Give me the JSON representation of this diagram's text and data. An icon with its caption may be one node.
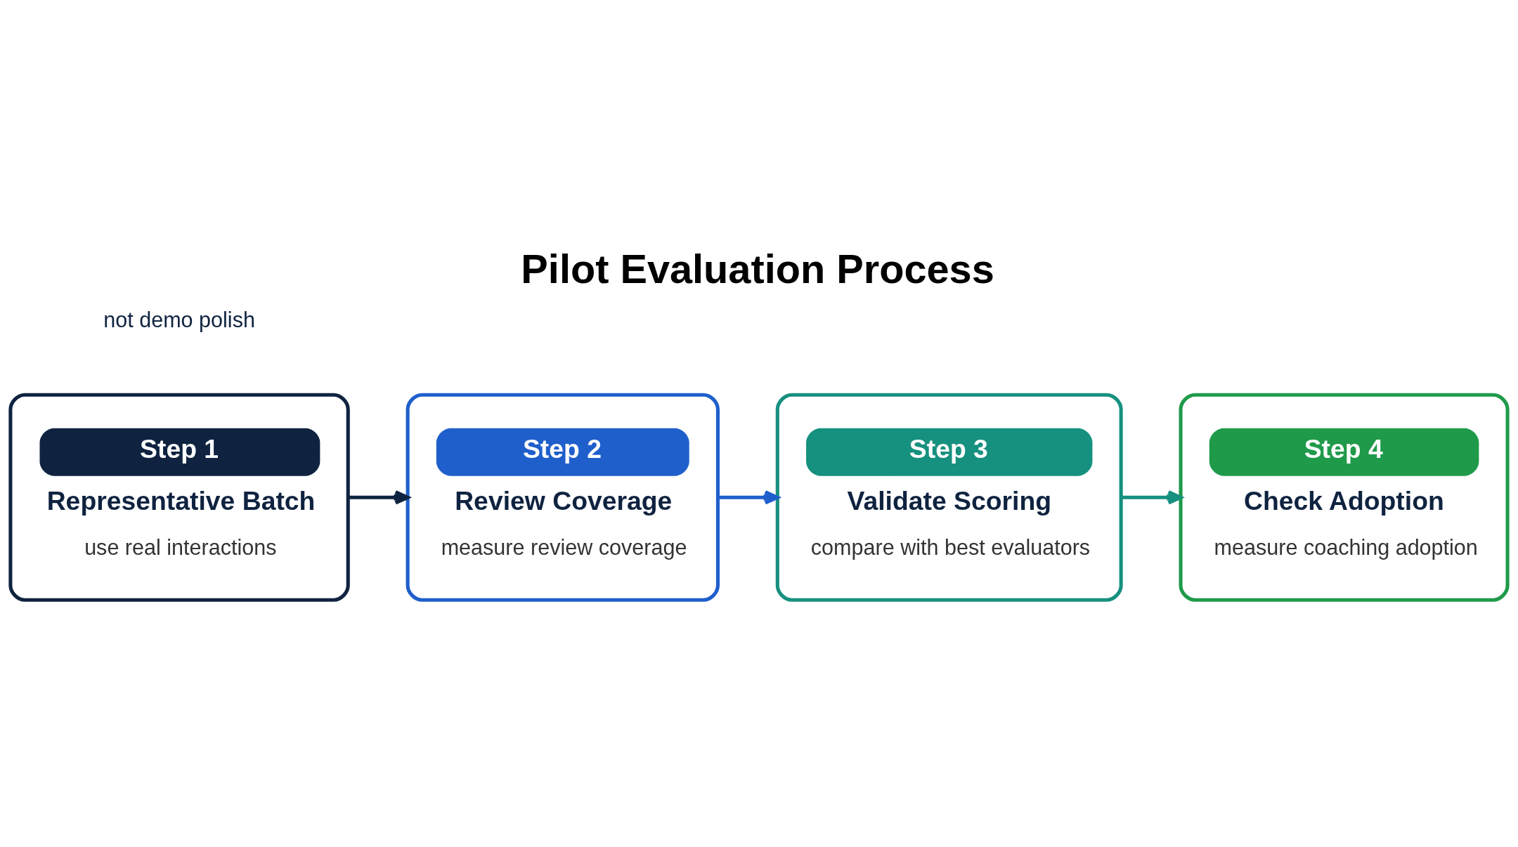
{
  "diagram": {
    "title": "Pilot Evaluation Process",
    "nodes": [
      {
        "text": [
          "Step 1",
          "Representative Batch",
          "use real interactions"
        ]
      },
      {
        "text": [
          "Step 2",
          "Review Coverage",
          "measure review coverage"
        ]
      },
      {
        "text": [
          "Step 3",
          "Validate Scoring",
          "compare with best evaluators"
        ]
      },
      {
        "text": [
          "Step 4",
          "Check Adoption",
          "measure coaching adoption"
        ]
      }
    ],
    "edges": [
      {
        "from": 0,
        "to": 1,
        "arrow": "to",
        "color": "#0f2340"
      },
      {
        "from": 1,
        "to": 2,
        "arrow": "to",
        "color": "#1f5fcc"
      },
      {
        "from": 2,
        "to": 3,
        "arrow": "to",
        "color": "#16907f"
      }
    ],
    "labels": [
      "not demo polish"
    ]
  }
}
